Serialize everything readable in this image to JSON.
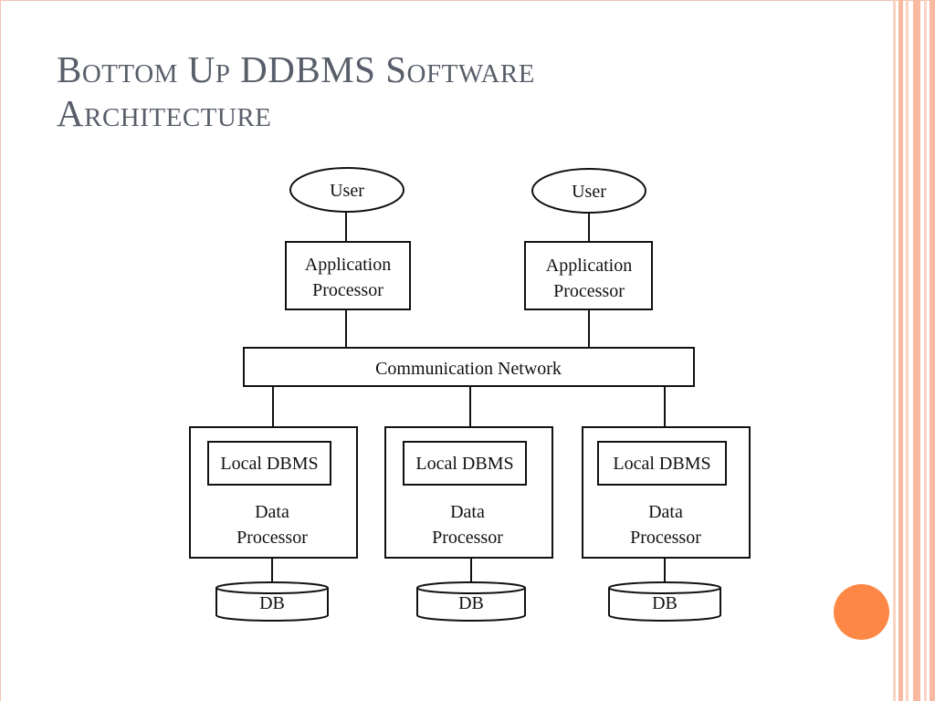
{
  "slide": {
    "title_line1": "Bottom Up DDBMS Software",
    "title_line2": "Architecture",
    "accent_color": "#fd8745",
    "stripe_color": "#f8b9a0"
  },
  "diagram": {
    "users": [
      {
        "label": "User"
      },
      {
        "label": "User"
      }
    ],
    "application_processors": [
      {
        "line1": "Application",
        "line2": "Processor"
      },
      {
        "line1": "Application",
        "line2": "Processor"
      }
    ],
    "network": {
      "label": "Communication Network"
    },
    "sites": [
      {
        "dbms": "Local DBMS",
        "line1": "Data",
        "line2": "Processor",
        "db": "DB"
      },
      {
        "dbms": "Local DBMS",
        "line1": "Data",
        "line2": "Processor",
        "db": "DB"
      },
      {
        "dbms": "Local DBMS",
        "line1": "Data",
        "line2": "Processor",
        "db": "DB"
      }
    ]
  }
}
